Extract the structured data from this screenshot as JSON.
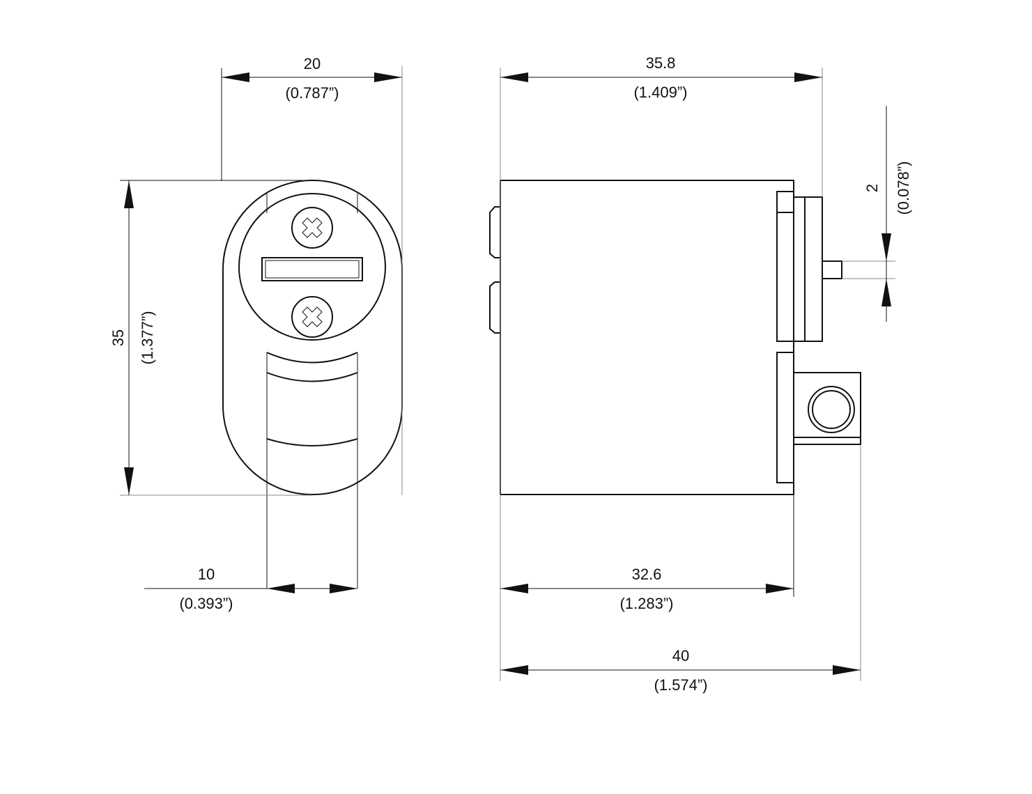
{
  "front_view": {
    "width": {
      "mm": "20",
      "inch": "(0.787”)"
    },
    "height": {
      "mm": "35",
      "inch": "(1.377”)"
    },
    "cam": {
      "mm": "10",
      "inch": "(0.393”)"
    }
  },
  "side_view": {
    "overall": {
      "mm": "35.8",
      "inch": "(1.409”)"
    },
    "pin": {
      "mm": "2",
      "inch": "(0.078”)"
    },
    "body": {
      "mm": "32.6",
      "inch": "(1.283”)"
    },
    "total": {
      "mm": "40",
      "inch": "(1.574”)"
    }
  }
}
